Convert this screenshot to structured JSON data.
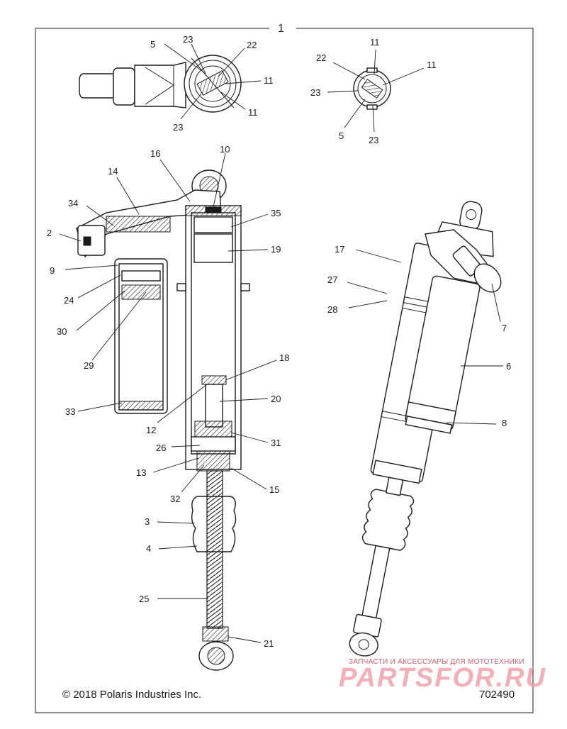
{
  "assembly_number": "1",
  "copyright": "© 2018 Polaris Industries Inc.",
  "diagram_number": "702490",
  "watermark": {
    "tagline": "ЗАПЧАСТИ И АКСЕССУАРЫ ДЛЯ МОТОТЕХНИКИ",
    "brand": "PARTSFOR.RU"
  },
  "callouts": {
    "c1": "1",
    "c2": "2",
    "c3": "3",
    "c4": "4",
    "c5": "5",
    "c5b": "5",
    "c6": "6",
    "c7": "7",
    "c8": "8",
    "c9": "9",
    "c10": "10",
    "c11a": "11",
    "c11b": "11",
    "c11c": "11",
    "c11d": "11",
    "c12": "12",
    "c13": "13",
    "c14": "14",
    "c15": "15",
    "c16": "16",
    "c17": "17",
    "c18": "18",
    "c19": "19",
    "c20": "20",
    "c21": "21",
    "c22a": "22",
    "c22b": "22",
    "c23a": "23",
    "c23b": "23",
    "c23c": "23",
    "c23d": "23",
    "c24": "24",
    "c25": "25",
    "c26": "26",
    "c27": "27",
    "c28": "28",
    "c29": "29",
    "c30": "30",
    "c31": "31",
    "c32": "32",
    "c33": "33",
    "c34": "34",
    "c35": "35"
  }
}
